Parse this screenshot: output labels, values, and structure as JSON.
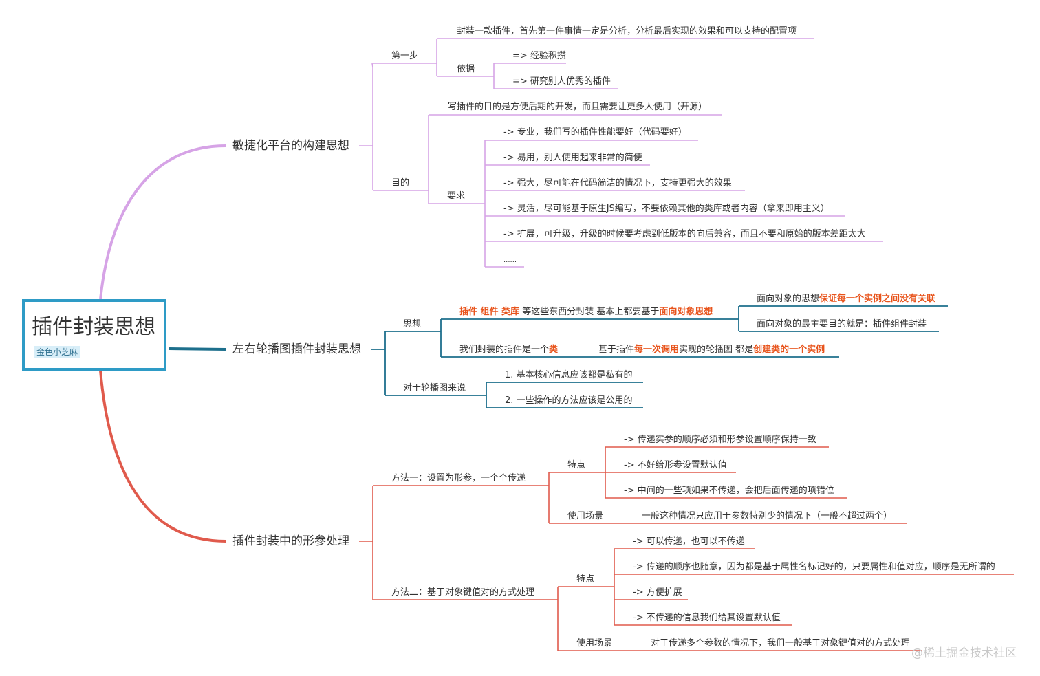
{
  "colors": {
    "purple": "#d6a3e6",
    "teal": "#1d6f8c",
    "red": "#e05a4c",
    "root_border": "#2e9bc6",
    "highlight": "#e8541c"
  },
  "root": {
    "title": "插件封装思想",
    "tag": "金色小芝麻"
  },
  "branch1": {
    "title": "敏捷化平台的构建思想",
    "step1": {
      "label": "第一步",
      "intro": "封装一款插件，首先第一件事情一定是分析，分析最后实现的效果和可以支持的配置项",
      "basis": "依据",
      "basis_items": [
        "=> 经验积攒",
        "=> 研究别人优秀的插件"
      ]
    },
    "goal": {
      "label": "目的",
      "desc": "写插件的目的是方便后期的开发，而且需要让更多人使用（开源）",
      "req": "要求",
      "req_items": [
        "-> 专业，我们写的插件性能要好（代码要好）",
        "-> 易用，别人使用起来非常的简便",
        "-> 强大，尽可能在代码简洁的情况下，支持更强大的效果",
        "-> 灵活，尽可能基于原生JS编写，不要依赖其他的类库或者内容（拿来即用主义）",
        "-> 扩展，可升级，升级的时候要考虑到低版本的向后兼容，而且不要和原始的版本差距太大",
        "......"
      ]
    }
  },
  "branch2": {
    "title": "左右轮播图插件封装思想",
    "idea": {
      "label": "思想",
      "line1_hl1": "插件 组件 类库",
      "line1_mid": " 等这些东西分封装 基本上都要基于",
      "line1_hl2": "面向对象思想",
      "sub1_pre": "面向对象的思想",
      "sub1_hl": "保证每一个实例之间没有关联",
      "sub2": "面向对象的最主要目的就是：插件组件封装",
      "line2_pre": "我们封装的插件是一个",
      "line2_hl": "类",
      "line2b_pre": "基于插件",
      "line2b_hl1": "每一次调用",
      "line2b_mid": "实现的轮播图 都是",
      "line2b_hl2": "创建类的一个实例"
    },
    "carousel": {
      "label": "对于轮播图来说",
      "items": [
        "1. 基本核心信息应该都是私有的",
        "2. 一些操作的方法应该是公用的"
      ]
    }
  },
  "branch3": {
    "title": "插件封装中的形参处理",
    "m1": {
      "label": "方法一：设置为形参，一个个传递",
      "feat": "特点",
      "feat_items": [
        "-> 传递实参的顺序必须和形参设置顺序保持一致",
        "-> 不好给形参设置默认值",
        "-> 中间的一些项如果不传递，会把后面传递的项错位"
      ],
      "scene": "使用场景",
      "scene_text": "一般这种情况只应用于参数特别少的情况下（一般不超过两个）"
    },
    "m2": {
      "label": "方法二：基于对象键值对的方式处理",
      "feat": "特点",
      "feat_items": [
        "-> 可以传递，也可以不传递",
        "-> 传递的顺序也随意，因为都是基于属性名标记好的，只要属性和值对应，顺序是无所谓的",
        "-> 方便扩展",
        "-> 不传递的信息我们给其设置默认值"
      ],
      "scene": "使用场景",
      "scene_text": "对于传递多个参数的情况下，我们一般基于对象键值对的方式处理"
    }
  },
  "watermark": "@稀土掘金技术社区"
}
